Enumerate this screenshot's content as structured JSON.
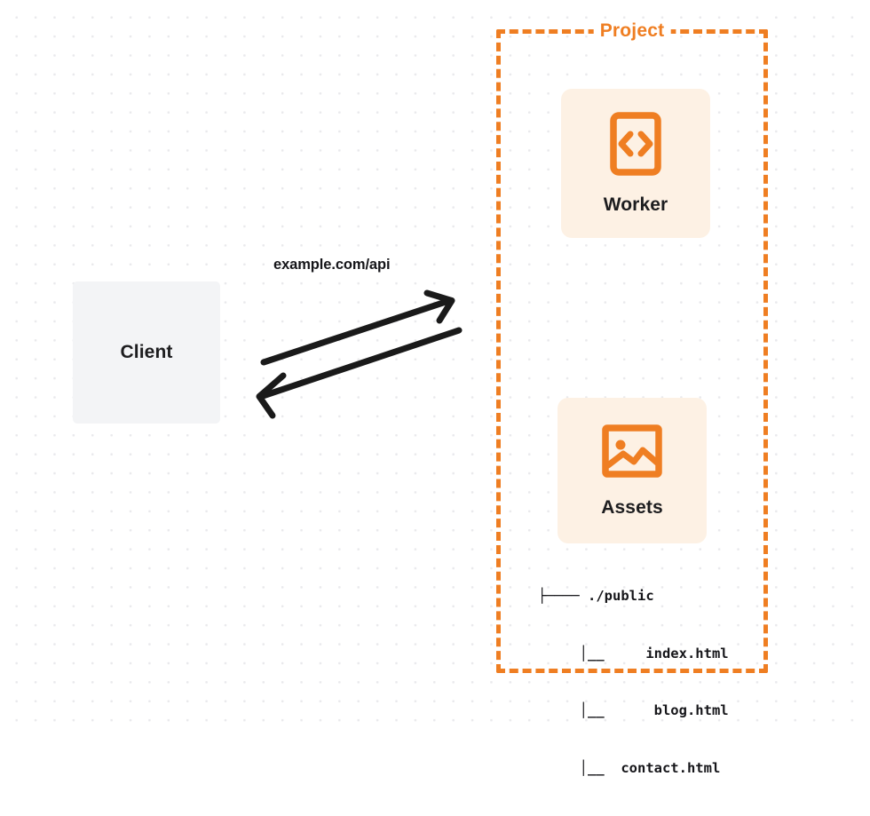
{
  "diagram": {
    "title": "Worker and Assets project request flow",
    "background": {
      "style": "dot-grid",
      "dot_color": "#e9e9ec",
      "canvas_color": "#ffffff"
    },
    "colors": {
      "accent_orange": "#ef7e22",
      "card_cream": "#fdf1e4",
      "client_gray": "#f3f4f6",
      "text_dark": "#1d1d1f",
      "arrow_black": "#1a1a1a"
    },
    "client": {
      "label": "Client"
    },
    "connector": {
      "label": "example.com/api",
      "direction": "bidirectional",
      "arrow_request_name": "request-arrow",
      "arrow_response_name": "response-arrow"
    },
    "project": {
      "title": "Project",
      "border_style": "dashed",
      "nodes": [
        {
          "id": "worker",
          "label": "Worker",
          "icon": "code-brackets-icon"
        },
        {
          "id": "assets",
          "label": "Assets",
          "icon": "image-picture-icon"
        }
      ]
    },
    "file_tree": {
      "root": "./public",
      "root_prefix": "├──── ",
      "lines": [
        "├──── ./public",
        "     │__     index.html",
        "     │__      blog.html",
        "     │__  contact.html"
      ],
      "files": [
        "index.html",
        "blog.html",
        "contact.html"
      ]
    }
  }
}
